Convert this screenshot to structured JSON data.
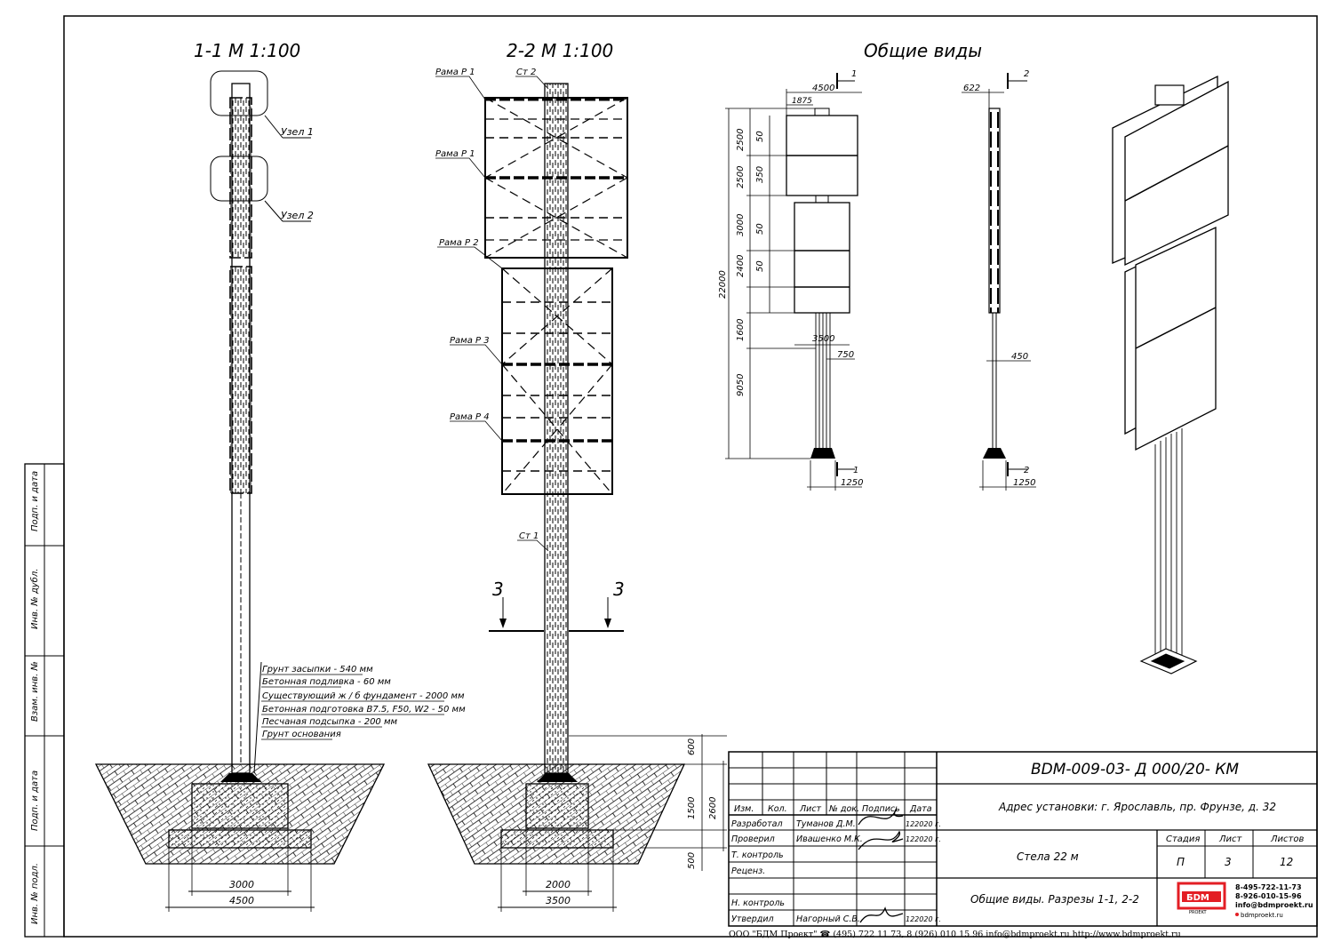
{
  "titles": {
    "section1": "1-1  М 1:100",
    "section2": "2-2  М 1:100",
    "general": "Общие виды"
  },
  "section1": {
    "node1": "Узел 1",
    "node2": "Узел 2",
    "layers": [
      "Грунт засыпки - 540 мм",
      "Бетонная подливка - 60 мм",
      "Существующий ж / б фундамент - 2000 мм",
      "Бетонная подготовка В7.5, F50, W2 - 50 мм",
      "Песчаная подсыпка - 200 мм",
      "Грунт основания"
    ],
    "dim_inner": "3000",
    "dim_outer": "4500"
  },
  "section2": {
    "frames": [
      "Рама Р 1",
      "Рама Р 1",
      "Рама Р 2",
      "Рама Р 3",
      "Рама Р 4"
    ],
    "st2": "Ст 2",
    "st1": "Ст 1",
    "cut_label": "3",
    "dim_inner": "2000",
    "dim_outer": "3500",
    "dims_right": [
      "600",
      "1500",
      "2600",
      "500"
    ]
  },
  "general": {
    "front": {
      "top_dims": [
        "4500",
        "1875"
      ],
      "section_mark": "1",
      "left_dims": [
        "2500",
        "2500",
        "3000",
        "2400",
        "1600",
        "9050"
      ],
      "inner_dims": [
        "50",
        "350",
        "50",
        "50"
      ],
      "total": "22000",
      "bottom_dims": [
        "3500",
        "750",
        "1250"
      ]
    },
    "side": {
      "top_dim": "622",
      "section_mark": "2",
      "mid_dim": "450",
      "bottom_dim": "1250"
    }
  },
  "title_block": {
    "code": "BDM-009-03- Д 000/20- КМ",
    "address": "Адрес установки: г. Ярославль, пр. Фрунзе, д. 32",
    "object": "Стела 22 м",
    "sheet_title": "Общие виды. Разрезы 1-1, 2-2",
    "headers": [
      "Изм.",
      "Кол.",
      "Лист",
      "№ док.",
      "Подпись",
      "Дата"
    ],
    "rows": [
      {
        "role": "Разработал",
        "name": "Туманов Д.М.",
        "date": "122020 г."
      },
      {
        "role": "Проверил",
        "name": "Ивашенко М.К.",
        "date": "122020 г."
      },
      {
        "role": "Т. контроль",
        "name": "",
        "date": ""
      },
      {
        "role": "Реценз.",
        "name": "",
        "date": ""
      },
      {
        "role": "",
        "name": "",
        "date": ""
      },
      {
        "role": "Н. контроль",
        "name": "",
        "date": ""
      },
      {
        "role": "Утвердил",
        "name": "Нагорный С.В.",
        "date": "122020 г."
      }
    ],
    "stage_headers": [
      "Стадия",
      "Лист",
      "Листов"
    ],
    "stage_values": [
      "П",
      "3",
      "12"
    ],
    "logo_text": "БDМ",
    "logo_sub": "PROEKT",
    "contacts": [
      "8-495-722-11-73",
      "8-926-010-15-96",
      "info@bdmproekt.ru",
      "bdmproekt.ru"
    ],
    "footer": "ООО \"БДМ Проект\" ☎ (495) 722 11 73,  8 (926) 010 15 96    info@bdmproekt.ru   http://www.bdmproekt.ru"
  },
  "side_stamp": [
    "Подп. и дата",
    "Инв. № дубл.",
    "Взам. инв. №",
    "Подп. и дата",
    "Инв. № подл."
  ],
  "colors": {
    "logo": "#e31e24"
  }
}
